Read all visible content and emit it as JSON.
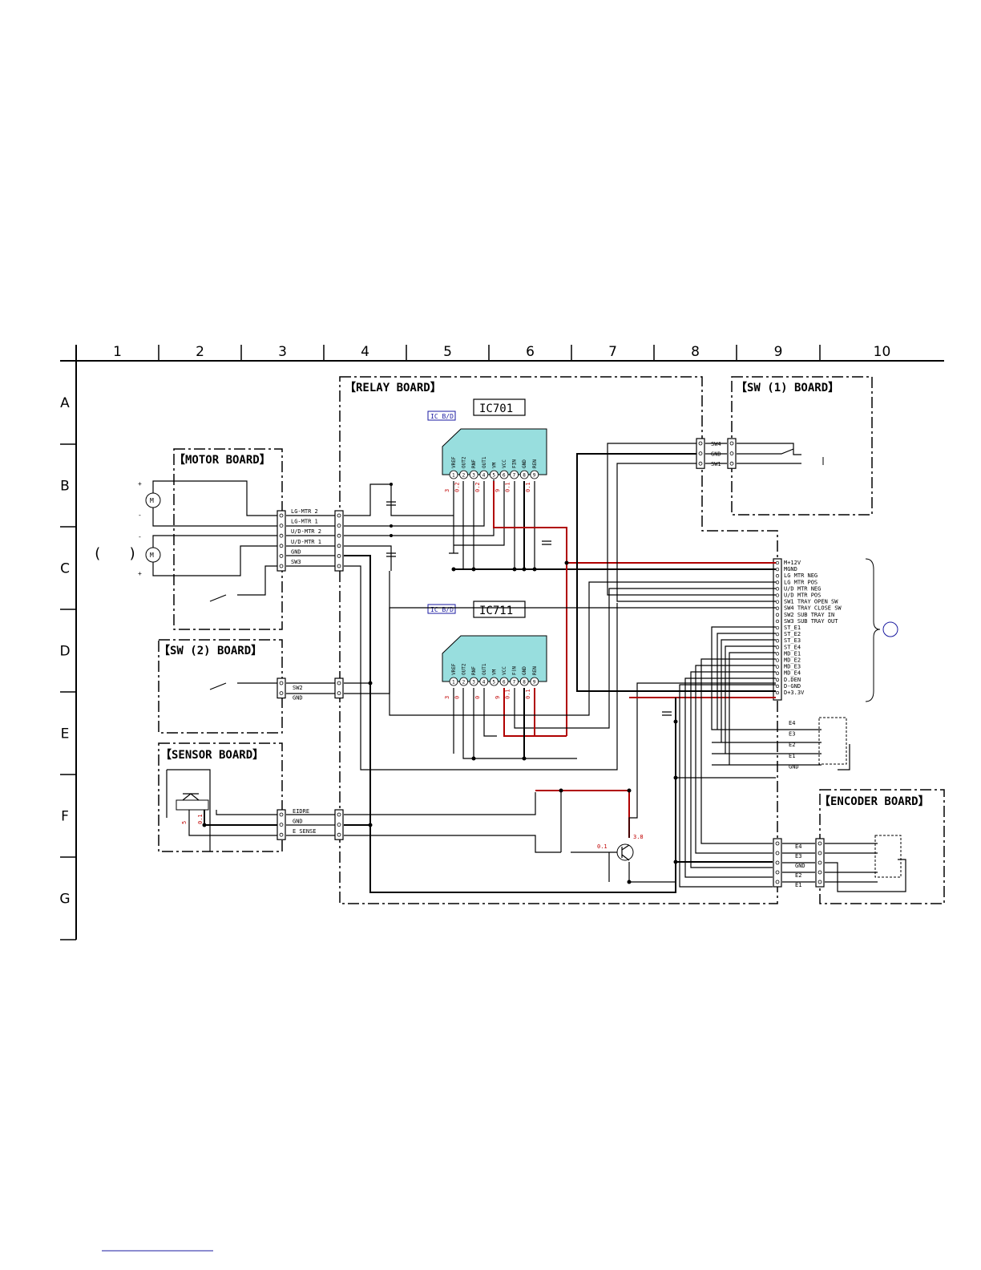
{
  "grid": {
    "columns": [
      "1",
      "2",
      "3",
      "4",
      "5",
      "6",
      "7",
      "8",
      "9",
      "10"
    ],
    "rows": [
      "A",
      "B",
      "C",
      "D",
      "E",
      "F",
      "G"
    ]
  },
  "boards": {
    "relay": "【RELAY BOARD】",
    "sw1": "【SW (1) BOARD】",
    "motor": "【MOTOR BOARD】",
    "sw2": "【SW (2) BOARD】",
    "sensor": "【SENSOR BOARD】",
    "encoder": "【ENCODER BOARD】"
  },
  "ics": {
    "ic701": {
      "name": "IC701",
      "badge": "IC B/D",
      "pins": [
        "VREF",
        "OUT2",
        "RNF",
        "OUT1",
        "VM",
        "VCC",
        "FIN",
        "GND",
        "REN"
      ],
      "voltages": [
        "3",
        "0.2",
        "0.2",
        "9",
        "0.1",
        "0.1"
      ]
    },
    "ic711": {
      "name": "IC711",
      "badge": "IC B/D",
      "pins": [
        "VREF",
        "OUT2",
        "RNF",
        "OUT1",
        "VM",
        "VCC",
        "F(N",
        "GND",
        "REN"
      ],
      "voltages": [
        "3",
        "0",
        "0",
        "9",
        "0.1",
        "0.1"
      ]
    }
  },
  "motor_board": {
    "labels": [
      "LG-MTR 2",
      "LG-MTR 1",
      "U/D-MTR 2",
      "U/D-MTR 1",
      "GND",
      "SW3"
    ]
  },
  "sw1_board": {
    "labels": [
      "SW4",
      "GND",
      "SW1"
    ]
  },
  "sw2_board": {
    "labels": [
      "SW2",
      "GND"
    ]
  },
  "sensor_board": {
    "labels": [
      "EIDRE",
      "GND",
      "E SENSE"
    ],
    "voltages": [
      "5",
      "0.1"
    ]
  },
  "main_connector": {
    "labels": [
      "M+12V",
      "MGND",
      "LG MTR NEG",
      "LG MTR POS",
      "U/D MTR NEG",
      "U/D MTR POS",
      "SW1 TRAY OPEN SW",
      "SW4 TRAY CLOSE SW",
      "SW2 SUB TRAY IN",
      "SW3 SUB TRAY OUT",
      "ST_E1",
      "ST_E2",
      "ST_E3",
      "ST_E4",
      "MD_E1",
      "MD_E2",
      "MD_E3",
      "MD_E4",
      "D.DEN",
      "D-GND",
      "D+3.3V"
    ]
  },
  "encoder_right": {
    "labels": [
      "E4",
      "E3",
      "E2",
      "E1",
      "GND"
    ]
  },
  "encoder_board": {
    "labels": [
      "E4",
      "E3",
      "GND",
      "E2",
      "E1"
    ]
  },
  "transistor": {
    "voltages": [
      "3.8",
      "0.1"
    ]
  }
}
